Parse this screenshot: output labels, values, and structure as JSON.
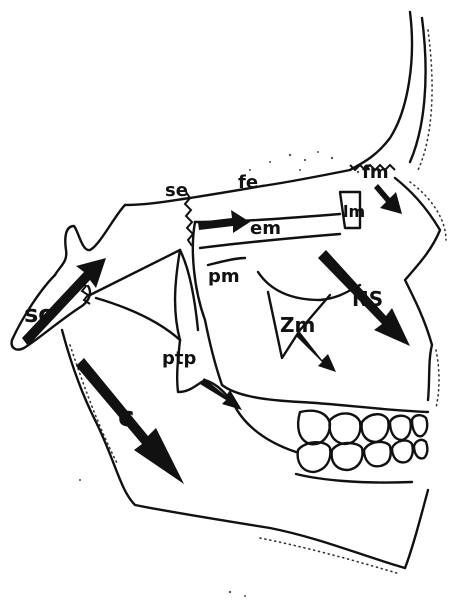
{
  "labels": {
    "so": "so",
    "se": "se",
    "fe": "fe",
    "em": "em",
    "lm": "lm",
    "fm": "fm",
    "pm": "pm",
    "ns": "NS",
    "zm": "Zm",
    "ptp": "ptp",
    "c": "c"
  },
  "colors": {
    "ink": "#111111",
    "background": "#ffffff"
  },
  "arrows": [
    "so-arrow",
    "em-arrow",
    "fm-arrow",
    "ns-arrow",
    "zm-arrow",
    "ptp-arrow",
    "c-arrow"
  ]
}
